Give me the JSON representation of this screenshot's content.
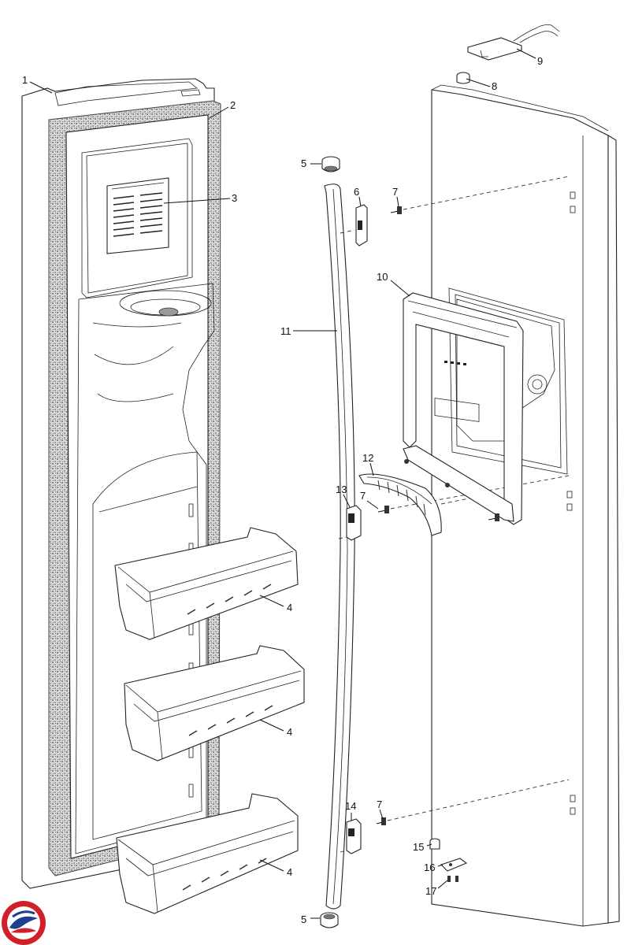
{
  "callouts": [
    {
      "id": "c1",
      "text": "1"
    },
    {
      "id": "c2",
      "text": "2"
    },
    {
      "id": "c3",
      "text": "3"
    },
    {
      "id": "c4a",
      "text": "4"
    },
    {
      "id": "c4b",
      "text": "4"
    },
    {
      "id": "c4c",
      "text": "4"
    },
    {
      "id": "c5a",
      "text": "5"
    },
    {
      "id": "c5b",
      "text": "5"
    },
    {
      "id": "c6",
      "text": "6"
    },
    {
      "id": "c7a",
      "text": "7"
    },
    {
      "id": "c7b",
      "text": "7"
    },
    {
      "id": "c7c",
      "text": "7"
    },
    {
      "id": "c8",
      "text": "8"
    },
    {
      "id": "c9",
      "text": "9"
    },
    {
      "id": "c10",
      "text": "10"
    },
    {
      "id": "c11",
      "text": "11"
    },
    {
      "id": "c12",
      "text": "12"
    },
    {
      "id": "c13",
      "text": "13"
    },
    {
      "id": "c14",
      "text": "14"
    },
    {
      "id": "c15",
      "text": "15"
    },
    {
      "id": "c16",
      "text": "16"
    },
    {
      "id": "c17",
      "text": "17"
    }
  ],
  "brand_logo": {
    "icon": "brand-logo-icon",
    "colors": {
      "red": "#d0202a",
      "blue": "#1f3f8f"
    }
  }
}
